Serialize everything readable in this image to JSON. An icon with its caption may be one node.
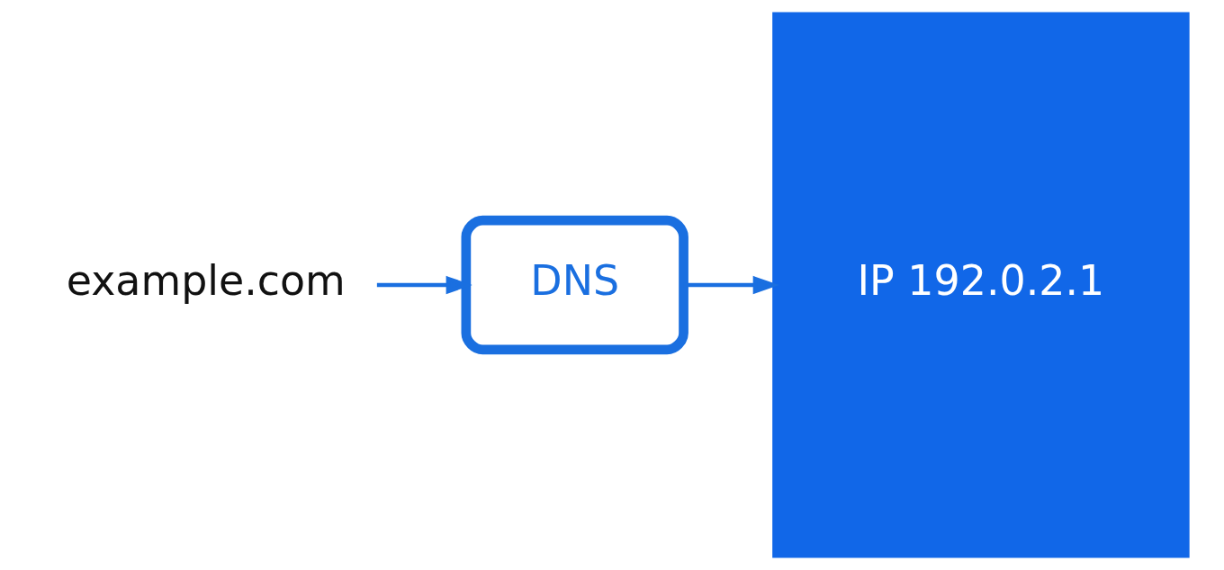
{
  "diagram": {
    "nodes": [
      {
        "text": [
          "example.com"
        ]
      },
      {
        "text": [
          "DNS"
        ]
      },
      {
        "text": [
          "IP 192.0.2.1"
        ]
      }
    ],
    "edges": [
      {
        "from": 0,
        "to": 1,
        "arrow": "to"
      },
      {
        "from": 1,
        "to": 2,
        "arrow": "to"
      }
    ]
  }
}
